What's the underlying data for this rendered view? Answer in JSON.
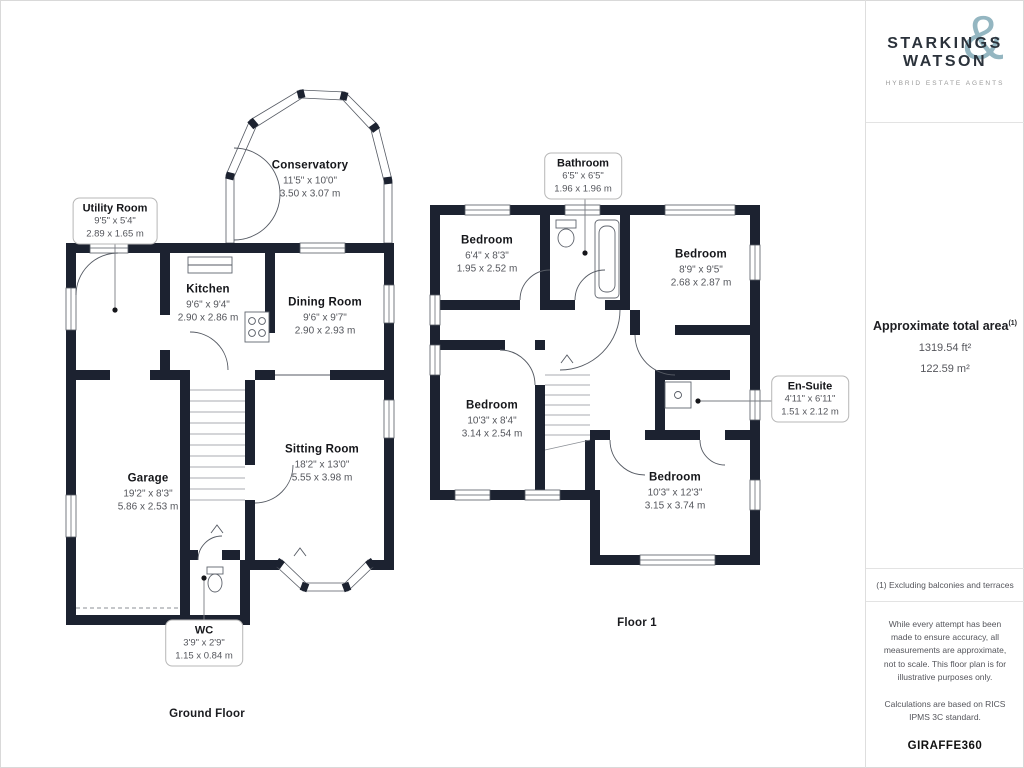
{
  "branding": {
    "word1": "STARKINGS",
    "word2": "WATSON",
    "amp": "&",
    "tagline": "HYBRID ESTATE AGENTS"
  },
  "sidebar": {
    "area_title": "Approximate total area",
    "area_superscript": "(1)",
    "area_ft": "1319.54 ft²",
    "area_m": "122.59 m²",
    "footnote": "(1) Excluding balconies and terraces",
    "disclaimer1": "While every attempt has been made to ensure accuracy, all measurements are approximate, not to scale. This floor plan is for illustrative purposes only.",
    "disclaimer2": "Calculations are based on RICS IPMS 3C standard.",
    "provider_name": "GIRAFFE",
    "provider_suffix": "360"
  },
  "floors": {
    "ground_title": "Ground Floor",
    "first_title": "Floor 1"
  },
  "rooms": {
    "conservatory": {
      "name": "Conservatory",
      "imperial": "11'5\" x 10'0\"",
      "metric": "3.50 x 3.07 m"
    },
    "utility": {
      "name": "Utility Room",
      "imperial": "9'5\" x 5'4\"",
      "metric": "2.89 x 1.65 m"
    },
    "kitchen": {
      "name": "Kitchen",
      "imperial": "9'6\" x 9'4\"",
      "metric": "2.90 x 2.86 m"
    },
    "dining": {
      "name": "Dining Room",
      "imperial": "9'6\" x 9'7\"",
      "metric": "2.90 x 2.93 m"
    },
    "garage": {
      "name": "Garage",
      "imperial": "19'2\" x 8'3\"",
      "metric": "5.86 x 2.53 m"
    },
    "sitting": {
      "name": "Sitting Room",
      "imperial": "18'2\" x 13'0\"",
      "metric": "5.55 x 3.98 m"
    },
    "wc": {
      "name": "WC",
      "imperial": "3'9\" x 2'9\"",
      "metric": "1.15 x 0.84 m"
    },
    "bathroom": {
      "name": "Bathroom",
      "imperial": "6'5\" x 6'5\"",
      "metric": "1.96 x 1.96 m"
    },
    "bedroom_tl": {
      "name": "Bedroom",
      "imperial": "6'4\" x 8'3\"",
      "metric": "1.95 x 2.52 m"
    },
    "bedroom_tr": {
      "name": "Bedroom",
      "imperial": "8'9\" x 9'5\"",
      "metric": "2.68 x 2.87 m"
    },
    "bedroom_ml": {
      "name": "Bedroom",
      "imperial": "10'3\" x 8'4\"",
      "metric": "3.14 x 2.54 m"
    },
    "bedroom_br": {
      "name": "Bedroom",
      "imperial": "10'3\" x 12'3\"",
      "metric": "3.15 x 3.74 m"
    },
    "ensuite": {
      "name": "En-Suite",
      "imperial": "4'11\" x 6'11\"",
      "metric": "1.51 x 2.12 m"
    }
  }
}
